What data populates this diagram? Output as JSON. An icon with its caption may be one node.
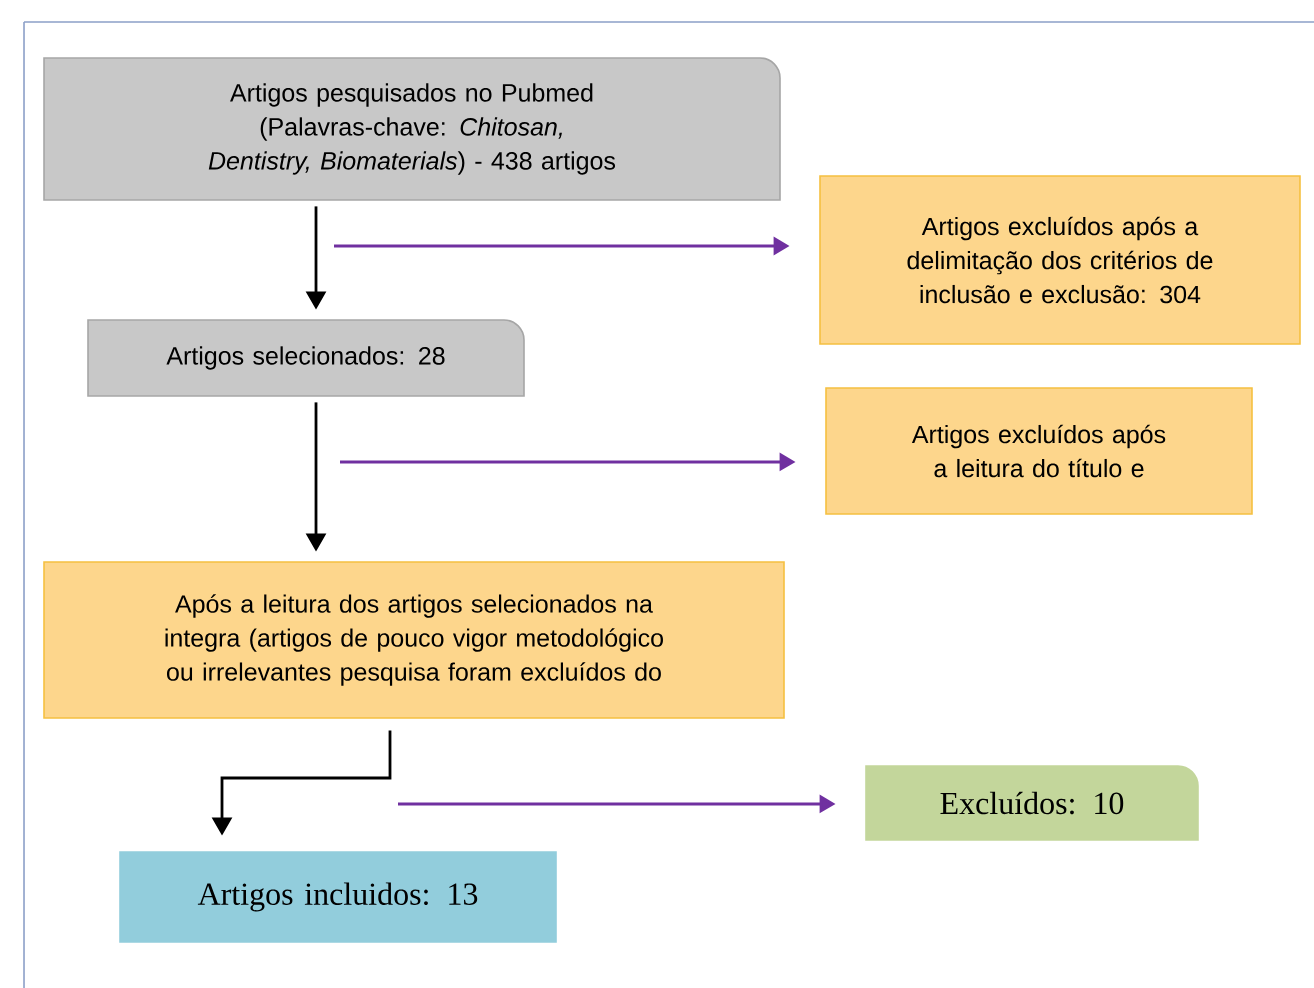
{
  "diagram": {
    "nodes": [
      {
        "text": [
          "Artigos pesquisados no Pubmed (Palavras-chave: *Chitosan, Dentistry, Biomaterials*) - 438 artigos"
        ]
      },
      {
        "text": [
          "Artigos excluídos após a delimitação dos critérios de inclusão e exclusão: 304"
        ]
      },
      {
        "text": [
          "Artigos selecionados: 28"
        ]
      },
      {
        "text": [
          "Artigos excluídos após a leitura do título e"
        ]
      },
      {
        "text": [
          "Após a leitura dos artigos selecionados na integra (artigos de pouco vigor metodológico ou irrelevantes pesquisa foram excluídos do"
        ]
      },
      {
        "text": [
          "Excluídos: 10"
        ]
      },
      {
        "text": [
          "Artigos incluidos: 13"
        ]
      }
    ],
    "edges": [
      {
        "from": 0,
        "to": 2,
        "arrow": "to",
        "color": "#000000"
      },
      {
        "from": null,
        "to": 1,
        "arrow": "to",
        "color": "#7030a0"
      },
      {
        "from": 2,
        "to": 4,
        "arrow": "to",
        "color": "#000000"
      },
      {
        "from": null,
        "to": 3,
        "arrow": "to",
        "color": "#7030a0"
      },
      {
        "from": 4,
        "to": 6,
        "arrow": "to",
        "color": "#000000"
      },
      {
        "from": null,
        "to": 5,
        "arrow": "to",
        "color": "#7030a0"
      }
    ]
  }
}
